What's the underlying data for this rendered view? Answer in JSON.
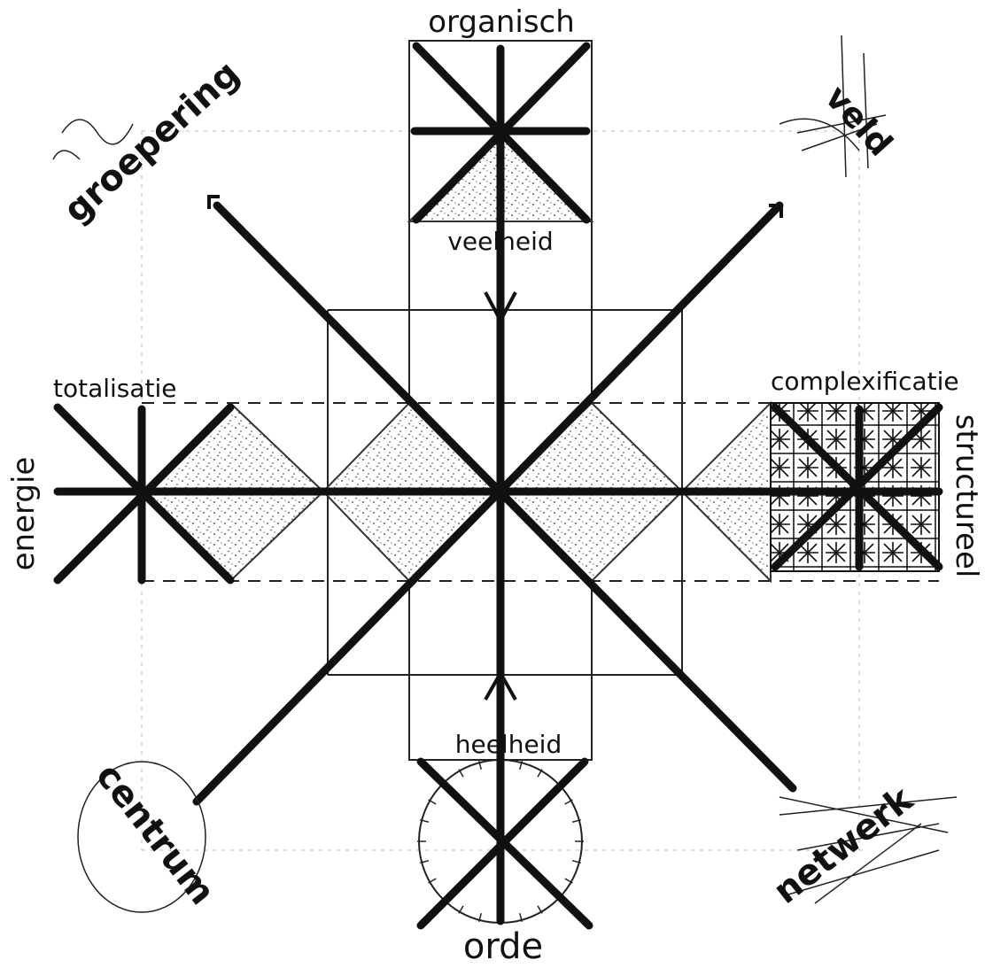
{
  "labels": {
    "top": "organisch",
    "bottom": "orde",
    "left": "energie",
    "right": "structureel",
    "upper_mid": "veelheid",
    "lower_mid": "heelheid",
    "left_top": "totalisatie",
    "right_top": "complexificatie",
    "corner_tl": "groepering",
    "corner_tr": "veld",
    "corner_bl": "centrum",
    "corner_br": "netwerk"
  },
  "colors": {
    "ink": "#111111",
    "paper": "#ffffff"
  }
}
